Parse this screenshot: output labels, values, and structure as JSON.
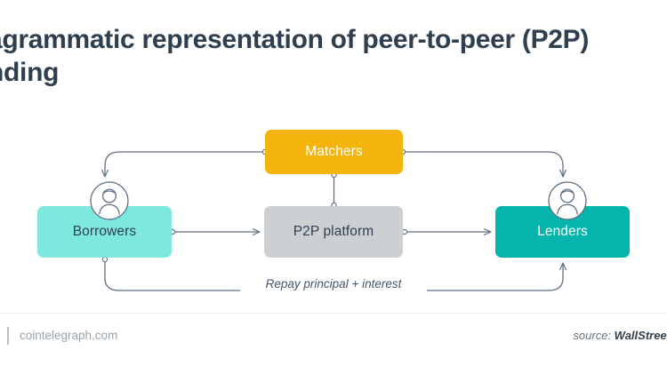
{
  "title": "agrammatic representation of peer-to-peer (P2P)\nnding",
  "diagram": {
    "type": "flow",
    "nodes": [
      {
        "id": "matchers",
        "label": "Matchers",
        "color": "#f3b40d",
        "text_color": "#ffffff"
      },
      {
        "id": "borrowers",
        "label": "Borrowers",
        "color": "#7fe8dc",
        "text_color": "#2e3f4f"
      },
      {
        "id": "platform",
        "label": "P2P platform",
        "color": "#ccd0d2",
        "text_color": "#2e3f4f"
      },
      {
        "id": "lenders",
        "label": "Lenders",
        "color": "#05b4ab",
        "text_color": "#ffffff"
      }
    ],
    "edges": [
      {
        "from": "matchers",
        "to": "borrowers",
        "label": "",
        "arrow": true
      },
      {
        "from": "matchers",
        "to": "lenders",
        "label": "",
        "arrow": true
      },
      {
        "from": "matchers",
        "to": "platform",
        "label": "",
        "arrow": false
      },
      {
        "from": "borrowers",
        "to": "platform",
        "label": "",
        "arrow": true
      },
      {
        "from": "platform",
        "to": "lenders",
        "label": "",
        "arrow": true
      },
      {
        "from": "borrowers",
        "to": "lenders",
        "label": "Repay principal + interest",
        "arrow": true
      }
    ],
    "edge_labels": {
      "repay": "Repay principal + interest"
    },
    "icons": {
      "borrowers_avatar": "person-avatar-icon",
      "lenders_avatar": "person-avatar-icon"
    },
    "line_color": "#5f7183"
  },
  "footer": {
    "site": "cointelegraph.com",
    "source_prefix": "source: ",
    "source_name": "WallStreet"
  }
}
